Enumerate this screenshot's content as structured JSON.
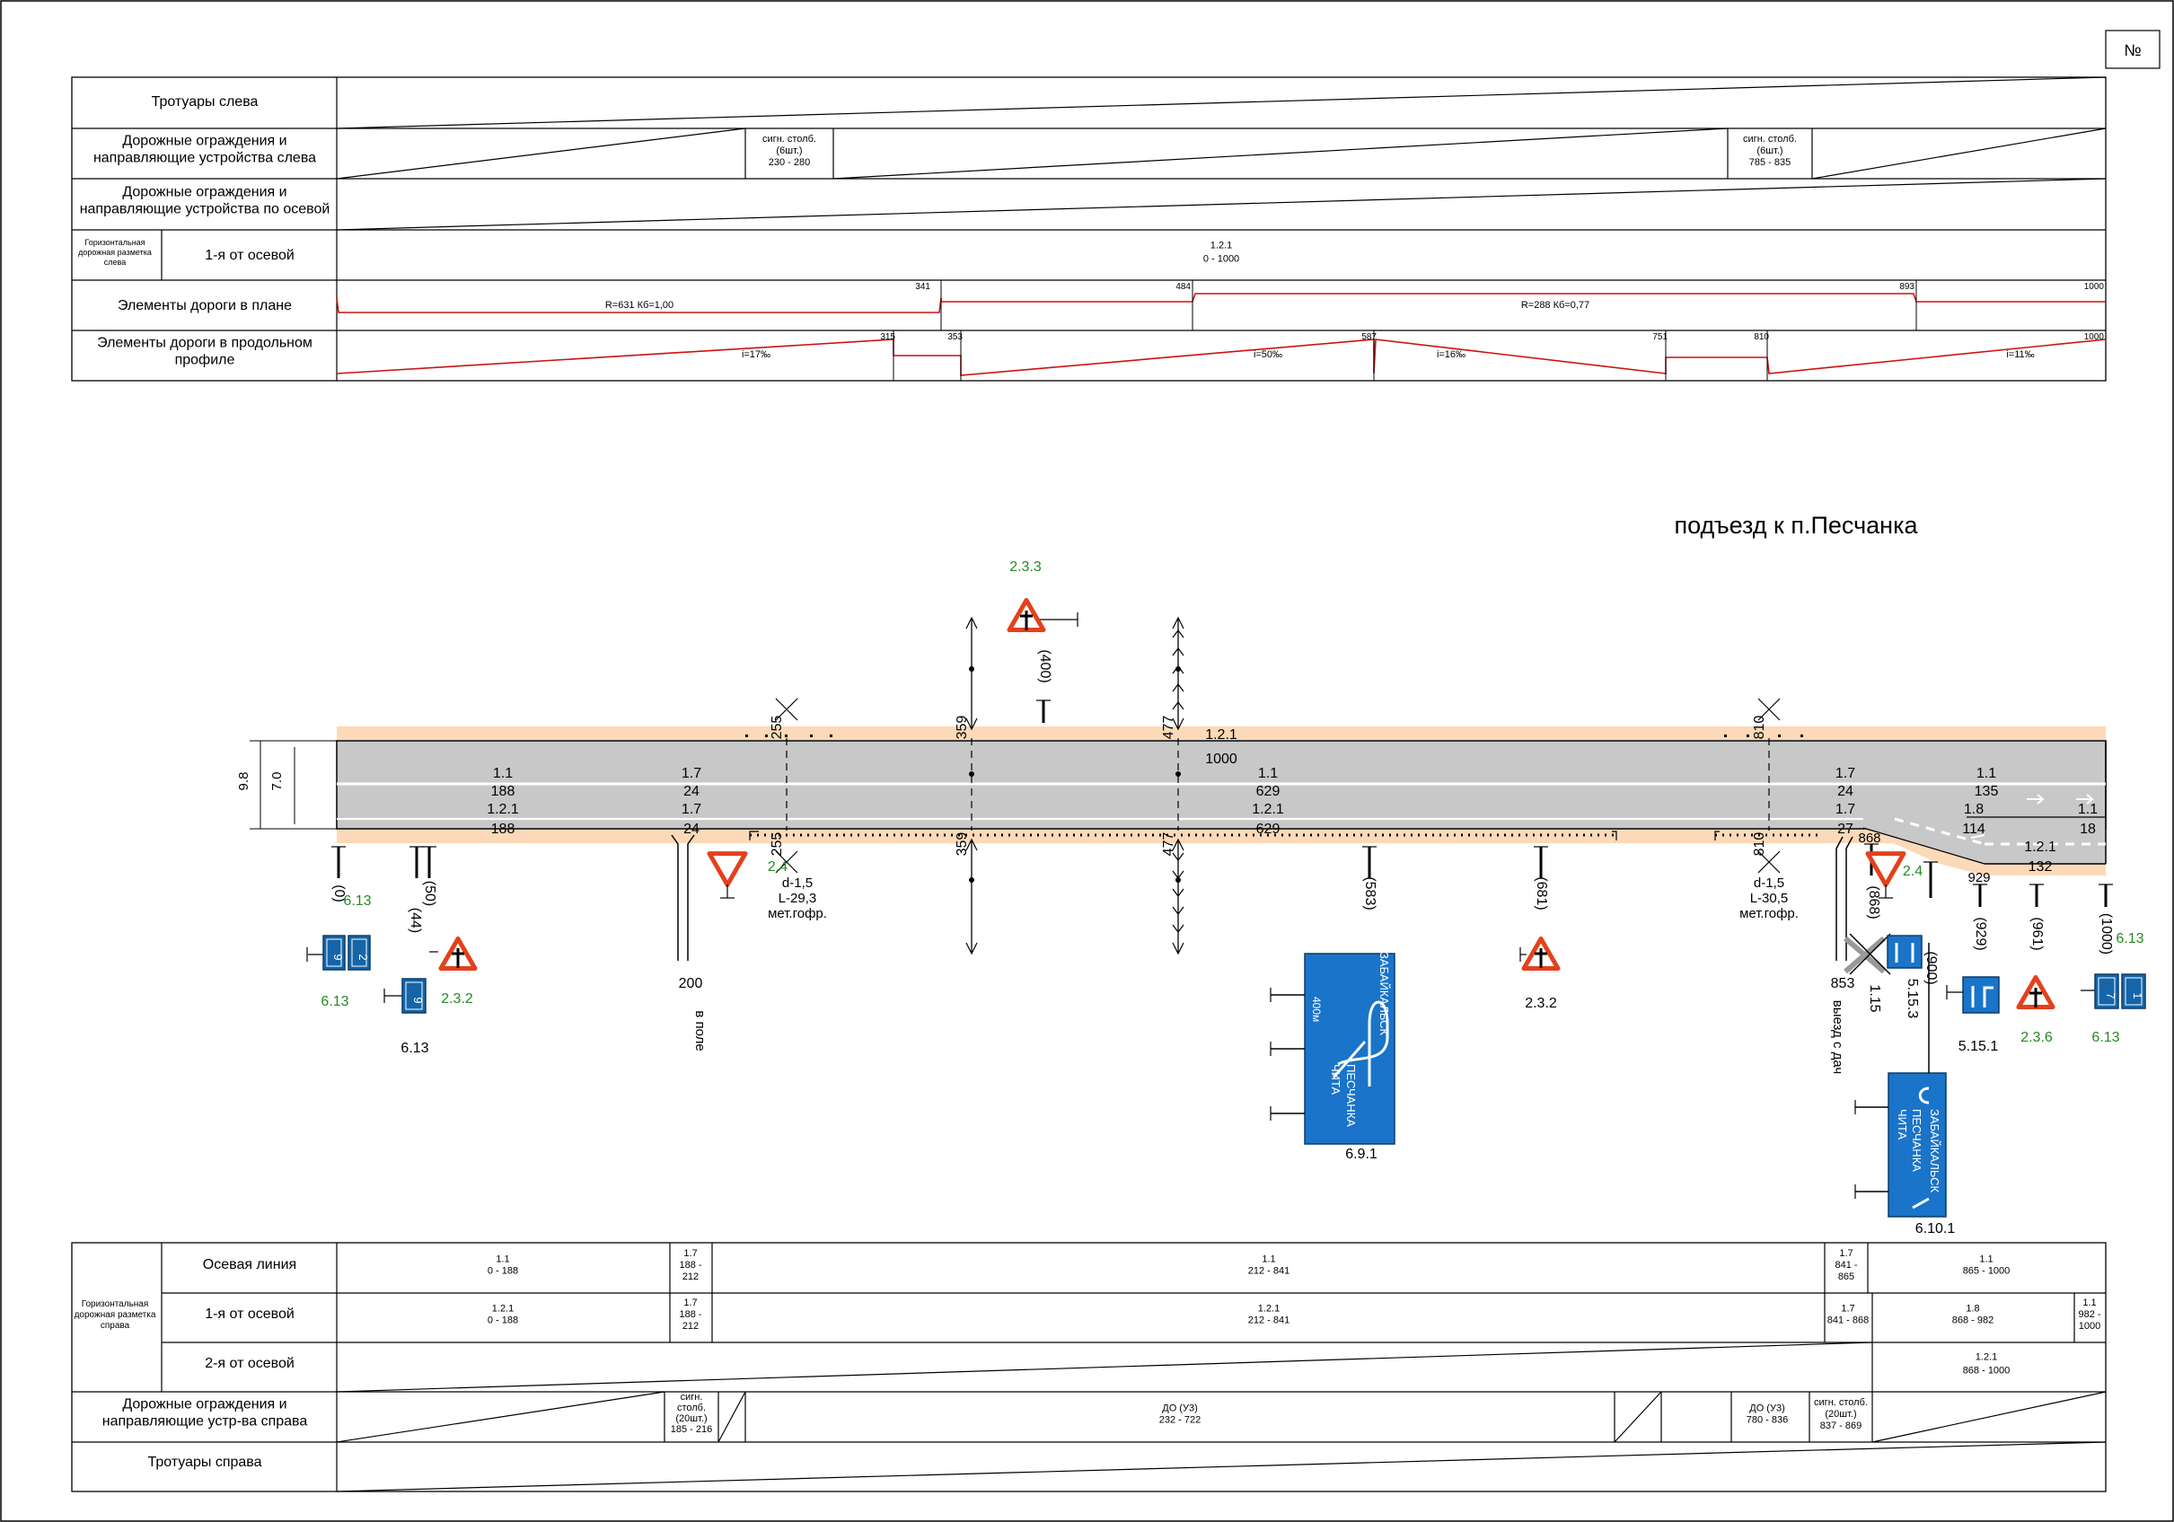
{
  "sheet": {
    "number_label": "№"
  },
  "top_table": {
    "rows": [
      {
        "label": "Тротуары слева"
      },
      {
        "label": "Дорожные ограждения и|направляющие устройства слева",
        "cells": [
          {
            "text": "сигн. столб.|(6шт.)|230 - 280"
          },
          {
            "text": "сигн. столб.|(6шт.)|785 - 835"
          }
        ]
      },
      {
        "label": "Дорожные ограждения и|направляющие устройства по осевой"
      },
      {
        "group_label": "Горизонтальная|дорожная разметка|слева",
        "sub_label": "1-я от осевой",
        "cells": [
          {
            "text": "1.2.1|0 - 1000"
          }
        ]
      },
      {
        "label": "Элементы дороги в плане",
        "marks": [
          "341",
          "484",
          "893",
          "1000"
        ],
        "cells": [
          {
            "text": "R=631   Кб=1,00"
          },
          {
            "text": "R=288   Кб=0,77"
          }
        ]
      },
      {
        "label": "Элементы дороги в продольном|профиле",
        "marks": [
          "315",
          "353",
          "587",
          "751",
          "810",
          "1000"
        ],
        "cells": [
          {
            "text": "i=17‰"
          },
          {
            "text": "i=50‰"
          },
          {
            "text": "i=16‰"
          },
          {
            "text": "i=11‰"
          }
        ]
      }
    ]
  },
  "plan": {
    "title": "подъезд к п.Песчанка",
    "width_outer": "9.8",
    "width_inner": "7.0",
    "stations": [
      "255",
      "359",
      "477",
      "810"
    ],
    "station_pairs": [
      "255",
      "359",
      "477",
      "810"
    ],
    "marking_labels": [
      "1.1",
      "188",
      "1.2.1",
      "188",
      "1.7",
      "24",
      "1.7",
      "24",
      "1.2.1",
      "1000",
      "1.1",
      "629",
      "1.2.1",
      "629",
      "1.7",
      "24",
      "1.7",
      "27",
      "1.1",
      "135",
      "1.8",
      "114",
      "1.1",
      "18",
      "1.2.1",
      "132"
    ],
    "sign_posts": [
      "(0)",
      "(44)",
      "(50)",
      "(400)",
      "(583)",
      "(681)",
      "(868)",
      "(900)",
      "(929)",
      "(961)",
      "(1000)"
    ],
    "sign_codes_green": [
      "6.13",
      "6.13",
      "2.3.2",
      "2.3.3",
      "2.4",
      "2.4",
      "2.3.6",
      "6.13",
      "6.13"
    ],
    "sign_codes_black": [
      "6.13",
      "6.9.1",
      "2.3.2",
      "1.15",
      "5.15.3",
      "5.15.1",
      "6.10.1"
    ],
    "plate_digits": [
      "9",
      "2",
      "9",
      "7",
      "1"
    ],
    "culverts": [
      {
        "lines": [
          "d-1,5",
          "L-29,3",
          "мет.гофр."
        ]
      },
      {
        "lines": [
          "d-1,5",
          "L-30,5",
          "мет.гофр."
        ]
      }
    ],
    "junctions": [
      {
        "km": "200",
        "note": "в поле"
      },
      {
        "km": "853",
        "note": "выезд с дач"
      }
    ],
    "misc_marks": [
      "868",
      "929"
    ],
    "sign_691": {
      "dest1": "ЗАБАЙКАЛЬСК",
      "dest2": "ПЕСЧАНКА",
      "dest3": "ЧИТА",
      "dist": "400м"
    },
    "sign_6101": {
      "dest1": "ЗАБАЙКАЛЬСК",
      "dest2": "ПЕСЧАНКА",
      "dest3": "ЧИТА"
    }
  },
  "bottom_table": {
    "group_label": "Горизонтальная|дорожная разметка|справа",
    "rows": [
      {
        "label": "Осевая линия",
        "cells": [
          {
            "text": "1.1|0 - 188"
          },
          {
            "text": "1.7|188 -|212"
          },
          {
            "text": "1.1|212 - 841"
          },
          {
            "text": "1.7|841 -|865"
          },
          {
            "text": "1.1|865 - 1000"
          }
        ]
      },
      {
        "label": "1-я от осевой",
        "cells": [
          {
            "text": "1.2.1|0 - 188"
          },
          {
            "text": "1.7|188 -|212"
          },
          {
            "text": "1.2.1|212 - 841"
          },
          {
            "text": "1.7|841 - 868"
          },
          {
            "text": "1.8|868 - 982"
          },
          {
            "text": "1.1|982 -|1000"
          }
        ]
      },
      {
        "label": "2-я от осевой",
        "cells": [
          {
            "text": "1.2.1|868 - 1000"
          }
        ]
      },
      {
        "label": "Дорожные ограждения и|направляющие устр-ва справа",
        "cells": [
          {
            "text": "сигн.|столб.|(20шт.)|185 - 216"
          },
          {
            "text": "ДО (У3)|232 - 722"
          },
          {
            "text": "ДО (У3)|780 - 836"
          },
          {
            "text": "сигн. столб.|(20шт.)|837 - 869"
          }
        ]
      },
      {
        "label": "Тротуары справа"
      }
    ]
  },
  "colors": {
    "road": "#c8c8c8",
    "shoulder": "#fcd9b8",
    "red_line": "#cc1111",
    "sign_blue": "#1a74c9",
    "plate_blue": "#1565a8",
    "green_text": "#228b22",
    "triangle_red": "#e3411c"
  }
}
